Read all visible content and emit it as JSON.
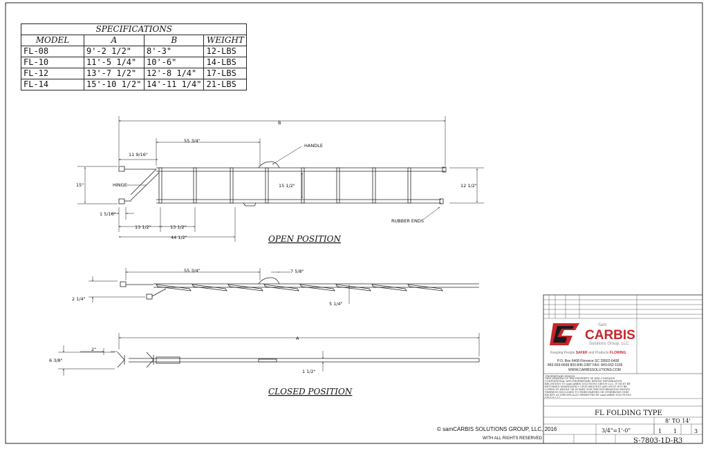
{
  "specifications": {
    "title": "SPECIFICATIONS",
    "headers": [
      "MODEL",
      "A",
      "B",
      "WEIGHT"
    ],
    "rows": [
      [
        "FL-08",
        "9'-2 1/2\"",
        "8'-3\"",
        "12-LBS"
      ],
      [
        "FL-10",
        "11'-5 1/4\"",
        "10'-6\"",
        "14-LBS"
      ],
      [
        "FL-12",
        "13'-7 1/2\"",
        "12'-8 1/4\"",
        "17-LBS"
      ],
      [
        "FL-14",
        "15'-10 1/2\"",
        "14'-11 1/4\"",
        "21-LBS"
      ]
    ]
  },
  "open_view": {
    "dim_b": "B",
    "dim_55": "55 3/4\"",
    "dim_11": "11 9/16\"",
    "handle": "HANDLE",
    "dim_15": "15\"",
    "hinge": "HINGE",
    "dim_15_half": "15 1/2\"",
    "dim_12_half": "12 1/2\"",
    "dim_1_5": "1 5/16\"",
    "rubber_ends": "RUBBER ENDS",
    "dim_13a": "13 1/2\"",
    "dim_13b": "13 1/2\"",
    "dim_44": "44 1/2\"",
    "caption": "OPEN POSITION"
  },
  "closed_side_view": {
    "dim_55": "55 3/4\"",
    "dim_7": "7 5/8\"",
    "dim_2": "2 1/4\"",
    "dim_5": "5 1/4\""
  },
  "closed_top_view": {
    "dim_2in": "2\"",
    "dim_a": "A",
    "dim_6": "6 3/8\"",
    "dim_1": "1 1/2\"",
    "caption": "CLOSED POSITION"
  },
  "title_block": {
    "company_name": "CARBIS",
    "company_prefix": "Sam",
    "company_suffix": "Solutions Group, LLC",
    "tagline_1": "Keeping People",
    "tagline_safer": "SAFER",
    "tagline_2": "and Products",
    "tagline_flowing": "FLOWING",
    "address": "P.O. Box 6408   Florence SC 29502-6408",
    "phones": "843-669-6668      800-845-2387    FAX: 843-662-1536",
    "website": "WWW.CARBISSOLUTIONS.COM",
    "proprietary_title": "PROPRIETARY DESIGN",
    "proprietary_text": "THIS DRAWING IS THE PROPERTY OF AND CONTAINS CONFIDENTIAL AND PROPRIETARY DESIGN INFORMATION BELONGING TO samCARBIS SOLUTIONS GROUP, LLC. IT MUST BE RETURNED IMMEDIATELY UPON REQUEST AND MUST NOT BE COPIED IN WHOLE OR IN PART, NOR THE INFORMATION SHOWN THEREON DISCLOSED TO THIRD PARTIES OR OTHERWISE USED EXCEPT AS SPECIFICALLY PERMITTED BY samCARBIS SOLUTIONS GROUP, LLC.",
    "drawing_title": "FL   FOLDING TYPE",
    "size_range": "8' TO 14'",
    "scale": "3/4\"=1'-0\"",
    "sheet": "1",
    "of": "1",
    "rev": "3",
    "drawing_number": "S-7803-1D-R3"
  },
  "copyright": {
    "symbol": "©",
    "company": "samCARBIS SOLUTIONS GROUP, LLC, 2016",
    "rights": "WITH ALL RIGHTS RESERVED"
  }
}
